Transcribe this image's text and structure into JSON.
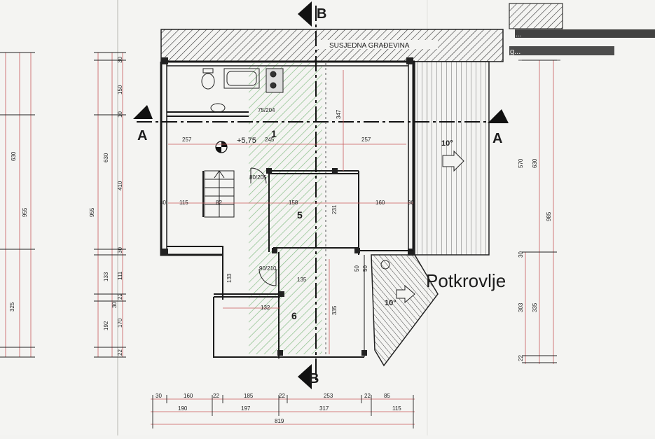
{
  "plan": {
    "neighbor_label": "SUSJEDNA GRAĐEVINA",
    "section_a_left": "A",
    "section_a_right": "A",
    "section_b_top": "B",
    "section_b_bottom": "B",
    "level_mark": "+5,75",
    "room_1": "1",
    "room_5": "5",
    "room_6": "6",
    "roof_slope_1": "10°",
    "roof_slope_2": "10°",
    "floor_name": "Potkrovlje",
    "door_1": "75/204",
    "door_2": "80/205",
    "door_3": "90/210"
  },
  "legend": {
    "line_1": "...",
    "line_2": "g..."
  },
  "dims": {
    "top_far_left": "30",
    "top_left_mid": "150",
    "top_left_lower": "10",
    "left_630": "630",
    "left_955": "955",
    "left_410": "410",
    "left_133": "133",
    "left_111": "111",
    "left_192": "192",
    "left_170": "170",
    "left_22a": "22",
    "left_22b": "22",
    "left_30a": "30",
    "left_30b": "30",
    "left_325": "325",
    "far_left_630": "630",
    "far_left_955": "955",
    "room_257a": "257",
    "room_245": "245",
    "room_257b": "257",
    "room_347": "347",
    "room_115": "115",
    "room_82": "82",
    "room_158": "158",
    "room_231": "231",
    "room_160": "160",
    "room_30c": "30",
    "room_30d": "30",
    "room_133": "133",
    "room_135": "135",
    "room_132": "132",
    "room_335": "335",
    "room_50a": "50",
    "room_50b": "50",
    "right_570": "570",
    "right_630": "630",
    "right_985": "985",
    "right_303": "303",
    "right_335": "335",
    "right_22": "22",
    "right_30": "30",
    "bottom_r1": [
      "30",
      "160",
      "22",
      "185",
      "22",
      "253",
      "22",
      "85"
    ],
    "bottom_r2": [
      "190",
      "197",
      "317",
      "115"
    ],
    "bottom_total": "819"
  }
}
